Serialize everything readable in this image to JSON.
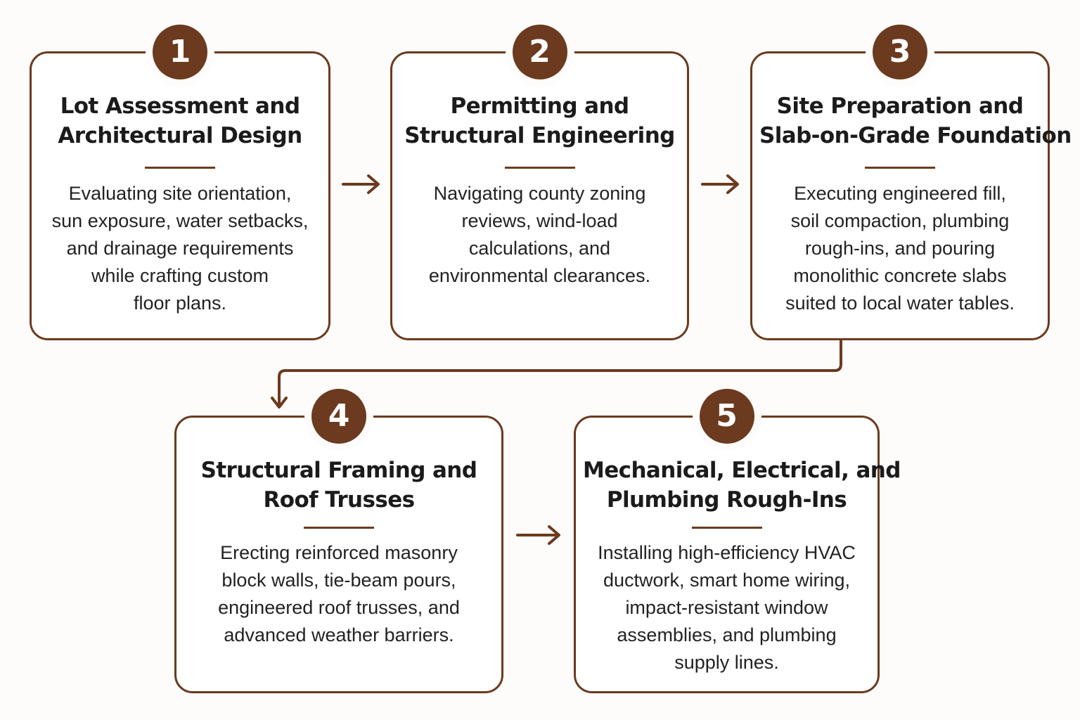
{
  "colors": {
    "accent": "#6b3a1f",
    "background": "#fdfcfb",
    "text": "#1b1b1b"
  },
  "steps": [
    {
      "number": "1",
      "title_lines": [
        "Lot Assessment and",
        "Architectural Design"
      ],
      "desc_lines": [
        "Evaluating site orientation,",
        "sun exposure, water setbacks,",
        "and drainage requirements",
        "while crafting custom",
        "floor plans."
      ]
    },
    {
      "number": "2",
      "title_lines": [
        "Permitting and",
        "Structural Engineering"
      ],
      "desc_lines": [
        "Navigating county zoning",
        "reviews, wind-load",
        "calculations, and",
        "environmental clearances."
      ]
    },
    {
      "number": "3",
      "title_lines": [
        "Site Preparation and",
        "Slab-on-Grade Foundation"
      ],
      "desc_lines": [
        "Executing engineered fill,",
        "soil compaction, plumbing",
        "rough-ins, and pouring",
        "monolithic concrete slabs",
        "suited to local water tables."
      ]
    },
    {
      "number": "4",
      "title_lines": [
        "Structural Framing and",
        "Roof Trusses"
      ],
      "desc_lines": [
        "Erecting reinforced masonry",
        "block walls, tie-beam pours,",
        "engineered roof trusses, and",
        "advanced weather barriers."
      ]
    },
    {
      "number": "5",
      "title_lines": [
        "Mechanical, Electrical, and",
        "Plumbing Rough-Ins"
      ],
      "desc_lines": [
        "Installing high-efficiency HVAC",
        "ductwork, smart home wiring,",
        "impact-resistant window",
        "assemblies, and plumbing",
        "supply lines."
      ]
    }
  ]
}
